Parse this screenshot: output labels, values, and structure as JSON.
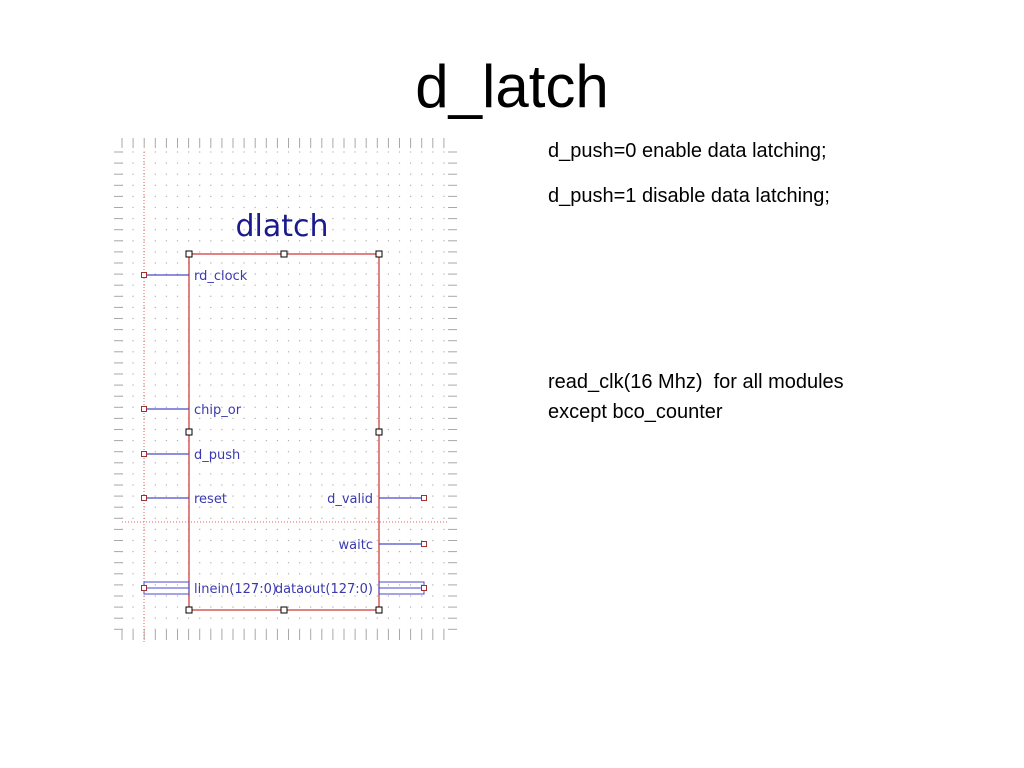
{
  "slide": {
    "title": "d_latch"
  },
  "notes": {
    "line1": "d_push=0 enable data latching;",
    "line2": "d_push=1 disable data latching;",
    "line3a": "read_clk(16 Mhz)  for all modules",
    "line3b": "except bco_counter"
  },
  "symbol": {
    "name": "dlatch",
    "inputs": [
      "rd_clock",
      "chip_or",
      "d_push",
      "reset",
      "linein(127:0)"
    ],
    "outputs": [
      "d_valid",
      "waitc",
      "dataout(127:0)"
    ]
  },
  "colors": {
    "symbol_name": "#1a1a8c",
    "pin_label": "#3a3ab0",
    "pin_line": "#4a4acc",
    "body_outline": "#d04040",
    "guide_line": "#e06060",
    "grid": "#b0b0b0"
  }
}
